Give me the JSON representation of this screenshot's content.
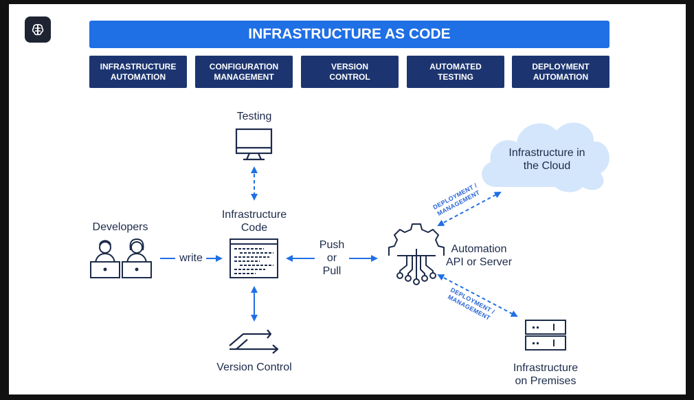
{
  "banner": {
    "title": "INFRASTRUCTURE AS CODE"
  },
  "categories": [
    {
      "line1": "INFRASTRUCTURE",
      "line2": "AUTOMATION"
    },
    {
      "line1": "CONFIGURATION",
      "line2": "MANAGEMENT"
    },
    {
      "line1": "VERSION",
      "line2": "CONTROL"
    },
    {
      "line1": "AUTOMATED",
      "line2": "TESTING"
    },
    {
      "line1": "DEPLOYMENT",
      "line2": "AUTOMATION"
    }
  ],
  "nodes": {
    "testing": "Testing",
    "infra_code": {
      "line1": "Infrastructure",
      "line2": "Code"
    },
    "developers": "Developers",
    "write": "write",
    "push_pull": {
      "line1": "Push",
      "line2": "or",
      "line3": "Pull"
    },
    "automation": {
      "line1": "Automation",
      "line2": "API or Server"
    },
    "version_control": "Version Control",
    "cloud": {
      "line1": "Infrastructure in",
      "line2": "the Cloud"
    },
    "premises": {
      "line1": "Infrastructure",
      "line2": "on Premises"
    }
  },
  "edge_labels": {
    "to_cloud": {
      "line1": "DEPLOYMENT /",
      "line2": "MANAGEMENT"
    },
    "to_premises": {
      "line1": "DEPLOYMENT /",
      "line2": "MANAGEMENT"
    }
  },
  "icons": {
    "app": "brain-icon",
    "testing": "monitor-icon",
    "developers": "developers-laptops-icon",
    "code": "code-document-icon",
    "version_control": "branch-icon",
    "automation": "gear-circuit-icon",
    "cloud": "cloud-icon",
    "premises": "server-rack-icon"
  },
  "colors": {
    "background": "#111111",
    "banner": "#1f6fe5",
    "category_box": "#1c3570",
    "arrow": "#1f6fe5",
    "icon_stroke": "#1c2a4a",
    "cloud": "#d4e6fb"
  }
}
